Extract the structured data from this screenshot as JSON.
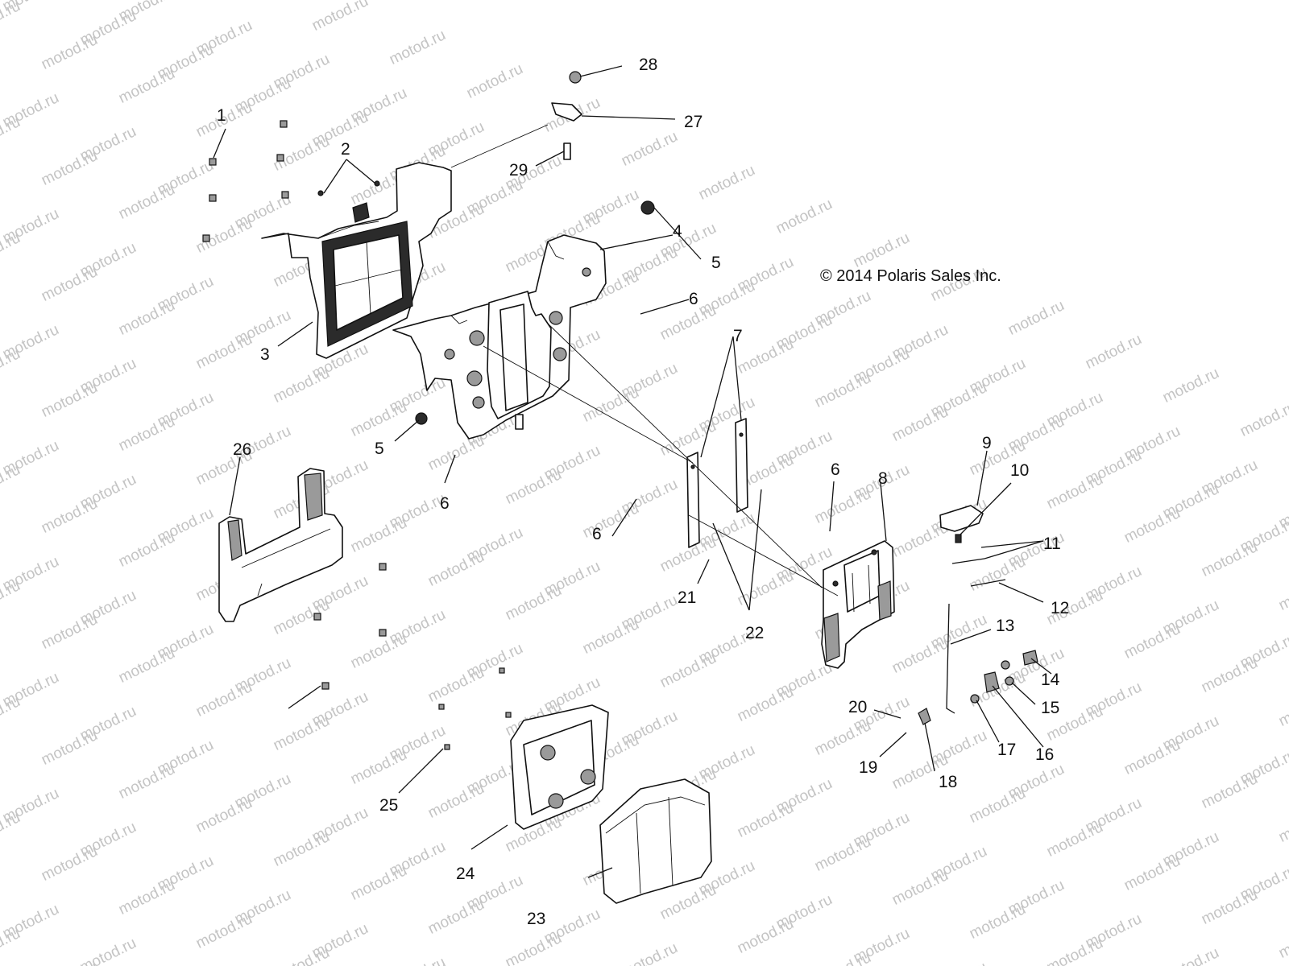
{
  "copyright": "© 2014 Polaris Sales Inc.",
  "watermark": "motod.ru",
  "callouts": [
    "1",
    "2",
    "3",
    "4",
    "5",
    "5",
    "6",
    "6",
    "6",
    "6",
    "7",
    "8",
    "9",
    "10",
    "11",
    "12",
    "13",
    "14",
    "15",
    "16",
    "17",
    "18",
    "19",
    "20",
    "21",
    "22",
    "23",
    "24",
    "25",
    "26",
    "27",
    "28",
    "29"
  ]
}
